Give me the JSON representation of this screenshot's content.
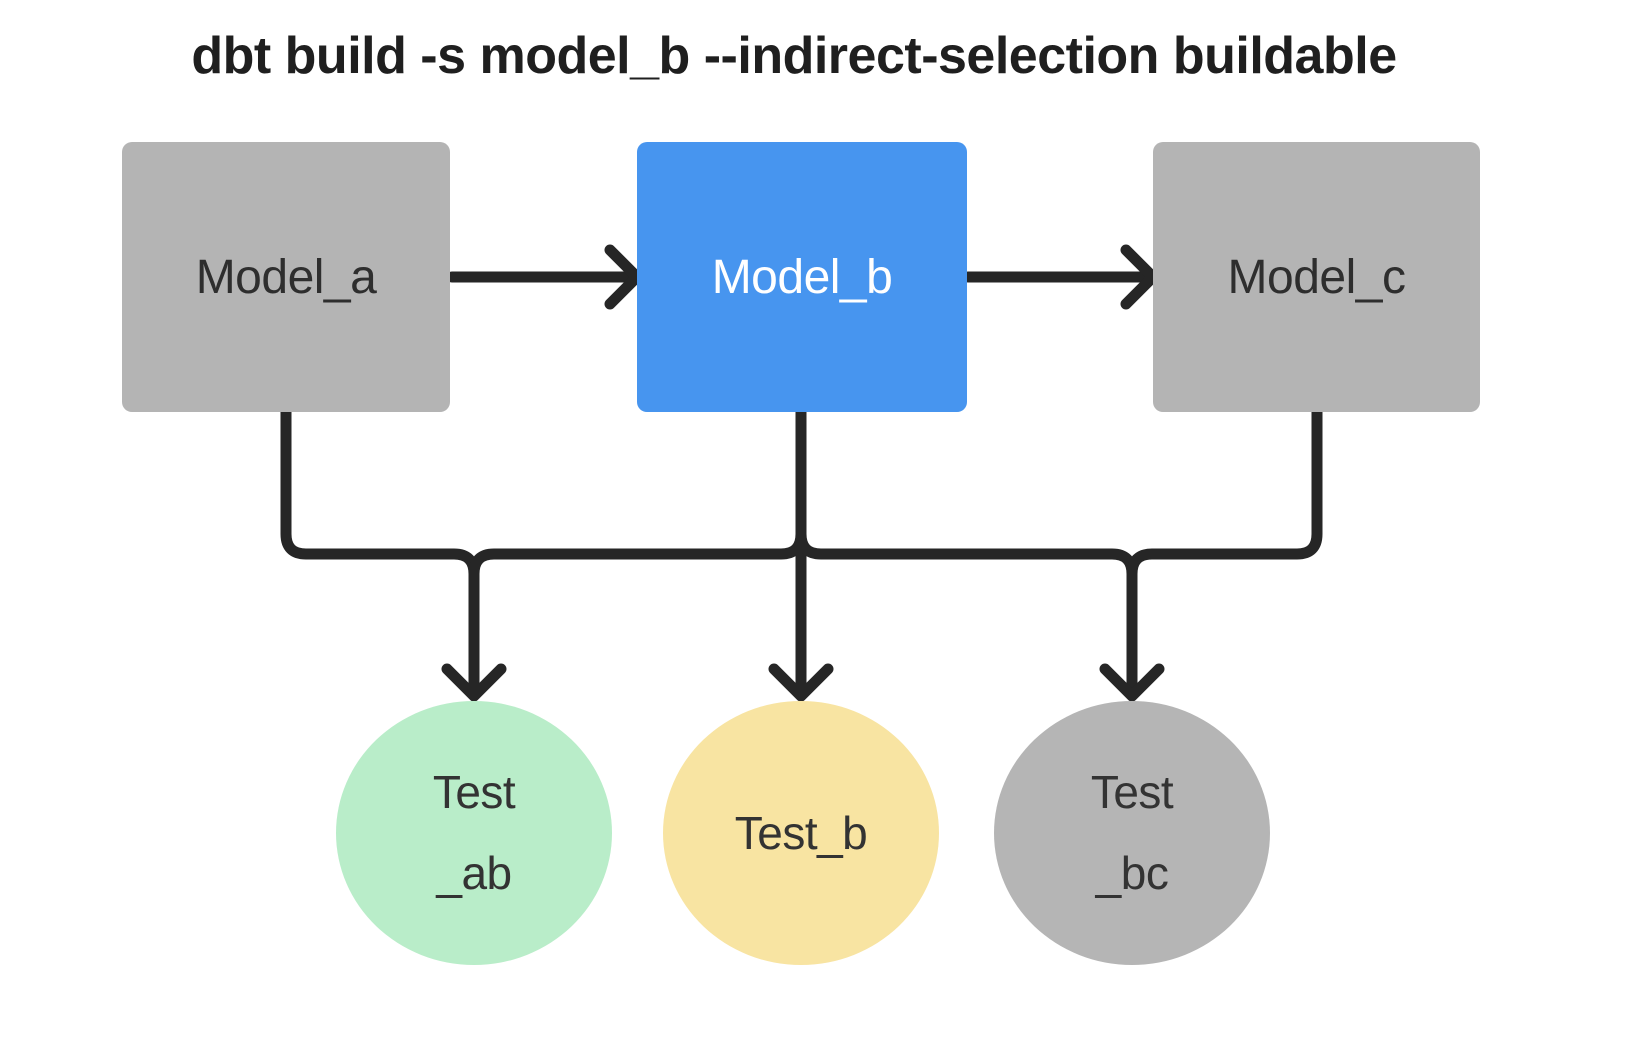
{
  "title": "dbt build -s model_b --indirect-selection buildable",
  "colors": {
    "line": "#262626",
    "model_gray": "#b4b4b4",
    "model_blue_selected": "#4795ef",
    "test_green": "#b9edc9",
    "test_yellow": "#f8e4a2",
    "test_gray": "#b5b5b5",
    "title_text": "#1f1f1f",
    "label_dark": "#2e2e2e",
    "label_light": "#ffffff"
  },
  "nodes": {
    "model_a": {
      "label": "Model_a",
      "type": "model",
      "selected": false,
      "color": "#b4b4b4"
    },
    "model_b": {
      "label": "Model_b",
      "type": "model",
      "selected": true,
      "color": "#4795ef"
    },
    "model_c": {
      "label": "Model_c",
      "type": "model",
      "selected": false,
      "color": "#b4b4b4"
    },
    "test_ab": {
      "line1": "Test",
      "line2": "_ab",
      "type": "test",
      "color": "#b9edc9"
    },
    "test_b": {
      "line1": "Test_b",
      "type": "test",
      "color": "#f8e4a2"
    },
    "test_bc": {
      "line1": "Test",
      "line2": "_bc",
      "type": "test",
      "color": "#b5b5b5"
    }
  },
  "edges": [
    {
      "from": "Model_a",
      "to": "Model_b"
    },
    {
      "from": "Model_b",
      "to": "Model_c"
    },
    {
      "from": "Model_a",
      "to": "Test_ab"
    },
    {
      "from": "Model_b",
      "to": "Test_ab"
    },
    {
      "from": "Model_b",
      "to": "Test_b"
    },
    {
      "from": "Model_b",
      "to": "Test_bc"
    },
    {
      "from": "Model_c",
      "to": "Test_bc"
    }
  ]
}
